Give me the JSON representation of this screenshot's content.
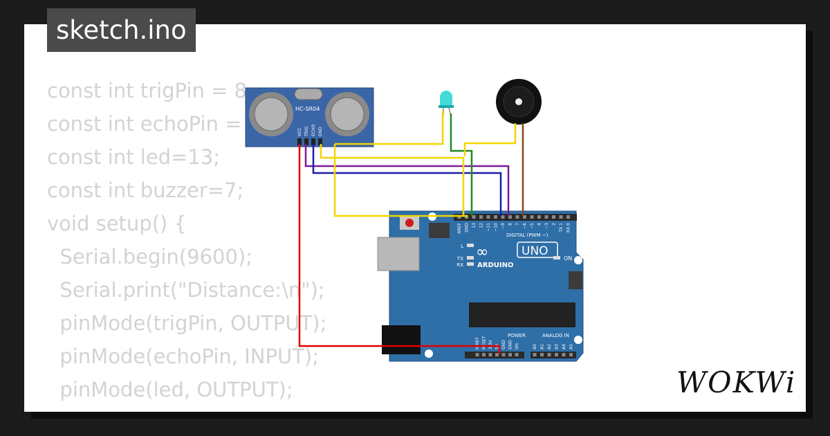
{
  "title": "sketch.ino",
  "code_lines": [
    "const int trigPin = 8;",
    "const int echoPin = 9;",
    "const int led=13;",
    "const int buzzer=7;",
    "void setup() {",
    "  Serial.begin(9600);",
    "  Serial.print(\"Distance:\\n\");",
    "  pinMode(trigPin, OUTPUT);",
    "  pinMode(echoPin, INPUT);",
    "  pinMode(led, OUTPUT);",
    "  pinMode(buzzer, OUTPUT);"
  ],
  "sensor": {
    "label": "HC-SR04",
    "pins": [
      "VCC",
      "TRIG",
      "ECHO",
      "GND"
    ]
  },
  "arduino": {
    "brand": "ARDUINO",
    "model": "UNO",
    "digital_label": "DIGITAL (PWM ~)",
    "power_label": "POWER",
    "analog_label": "ANALOG IN",
    "on_label": "ON",
    "led_labels": [
      "L",
      "TX",
      "RX"
    ],
    "digital_pins": [
      "AREF",
      "GND",
      "13",
      "12",
      "~11",
      "~10",
      "~9",
      "8",
      "7",
      "~6",
      "~5",
      "4",
      "~3",
      "2",
      "TX 1",
      "RX 0"
    ],
    "power_pins": [
      "IOREF",
      "RESET",
      "3.3V",
      "5V",
      "GND",
      "GND",
      "Vin"
    ],
    "analog_pins": [
      "A0",
      "A1",
      "A2",
      "A3",
      "A4",
      "A5"
    ]
  },
  "logo": "WOKWi",
  "colors": {
    "board": "#2f6fa8",
    "sensor": "#3a66a8",
    "wire_red": "#e00000",
    "wire_yellow": "#f2d600",
    "wire_green": "#1e8c1e",
    "wire_purple": "#7a1a9a",
    "wire_blue": "#1a1aa8",
    "wire_brown": "#8b4513",
    "led": "#2fd6d6"
  }
}
